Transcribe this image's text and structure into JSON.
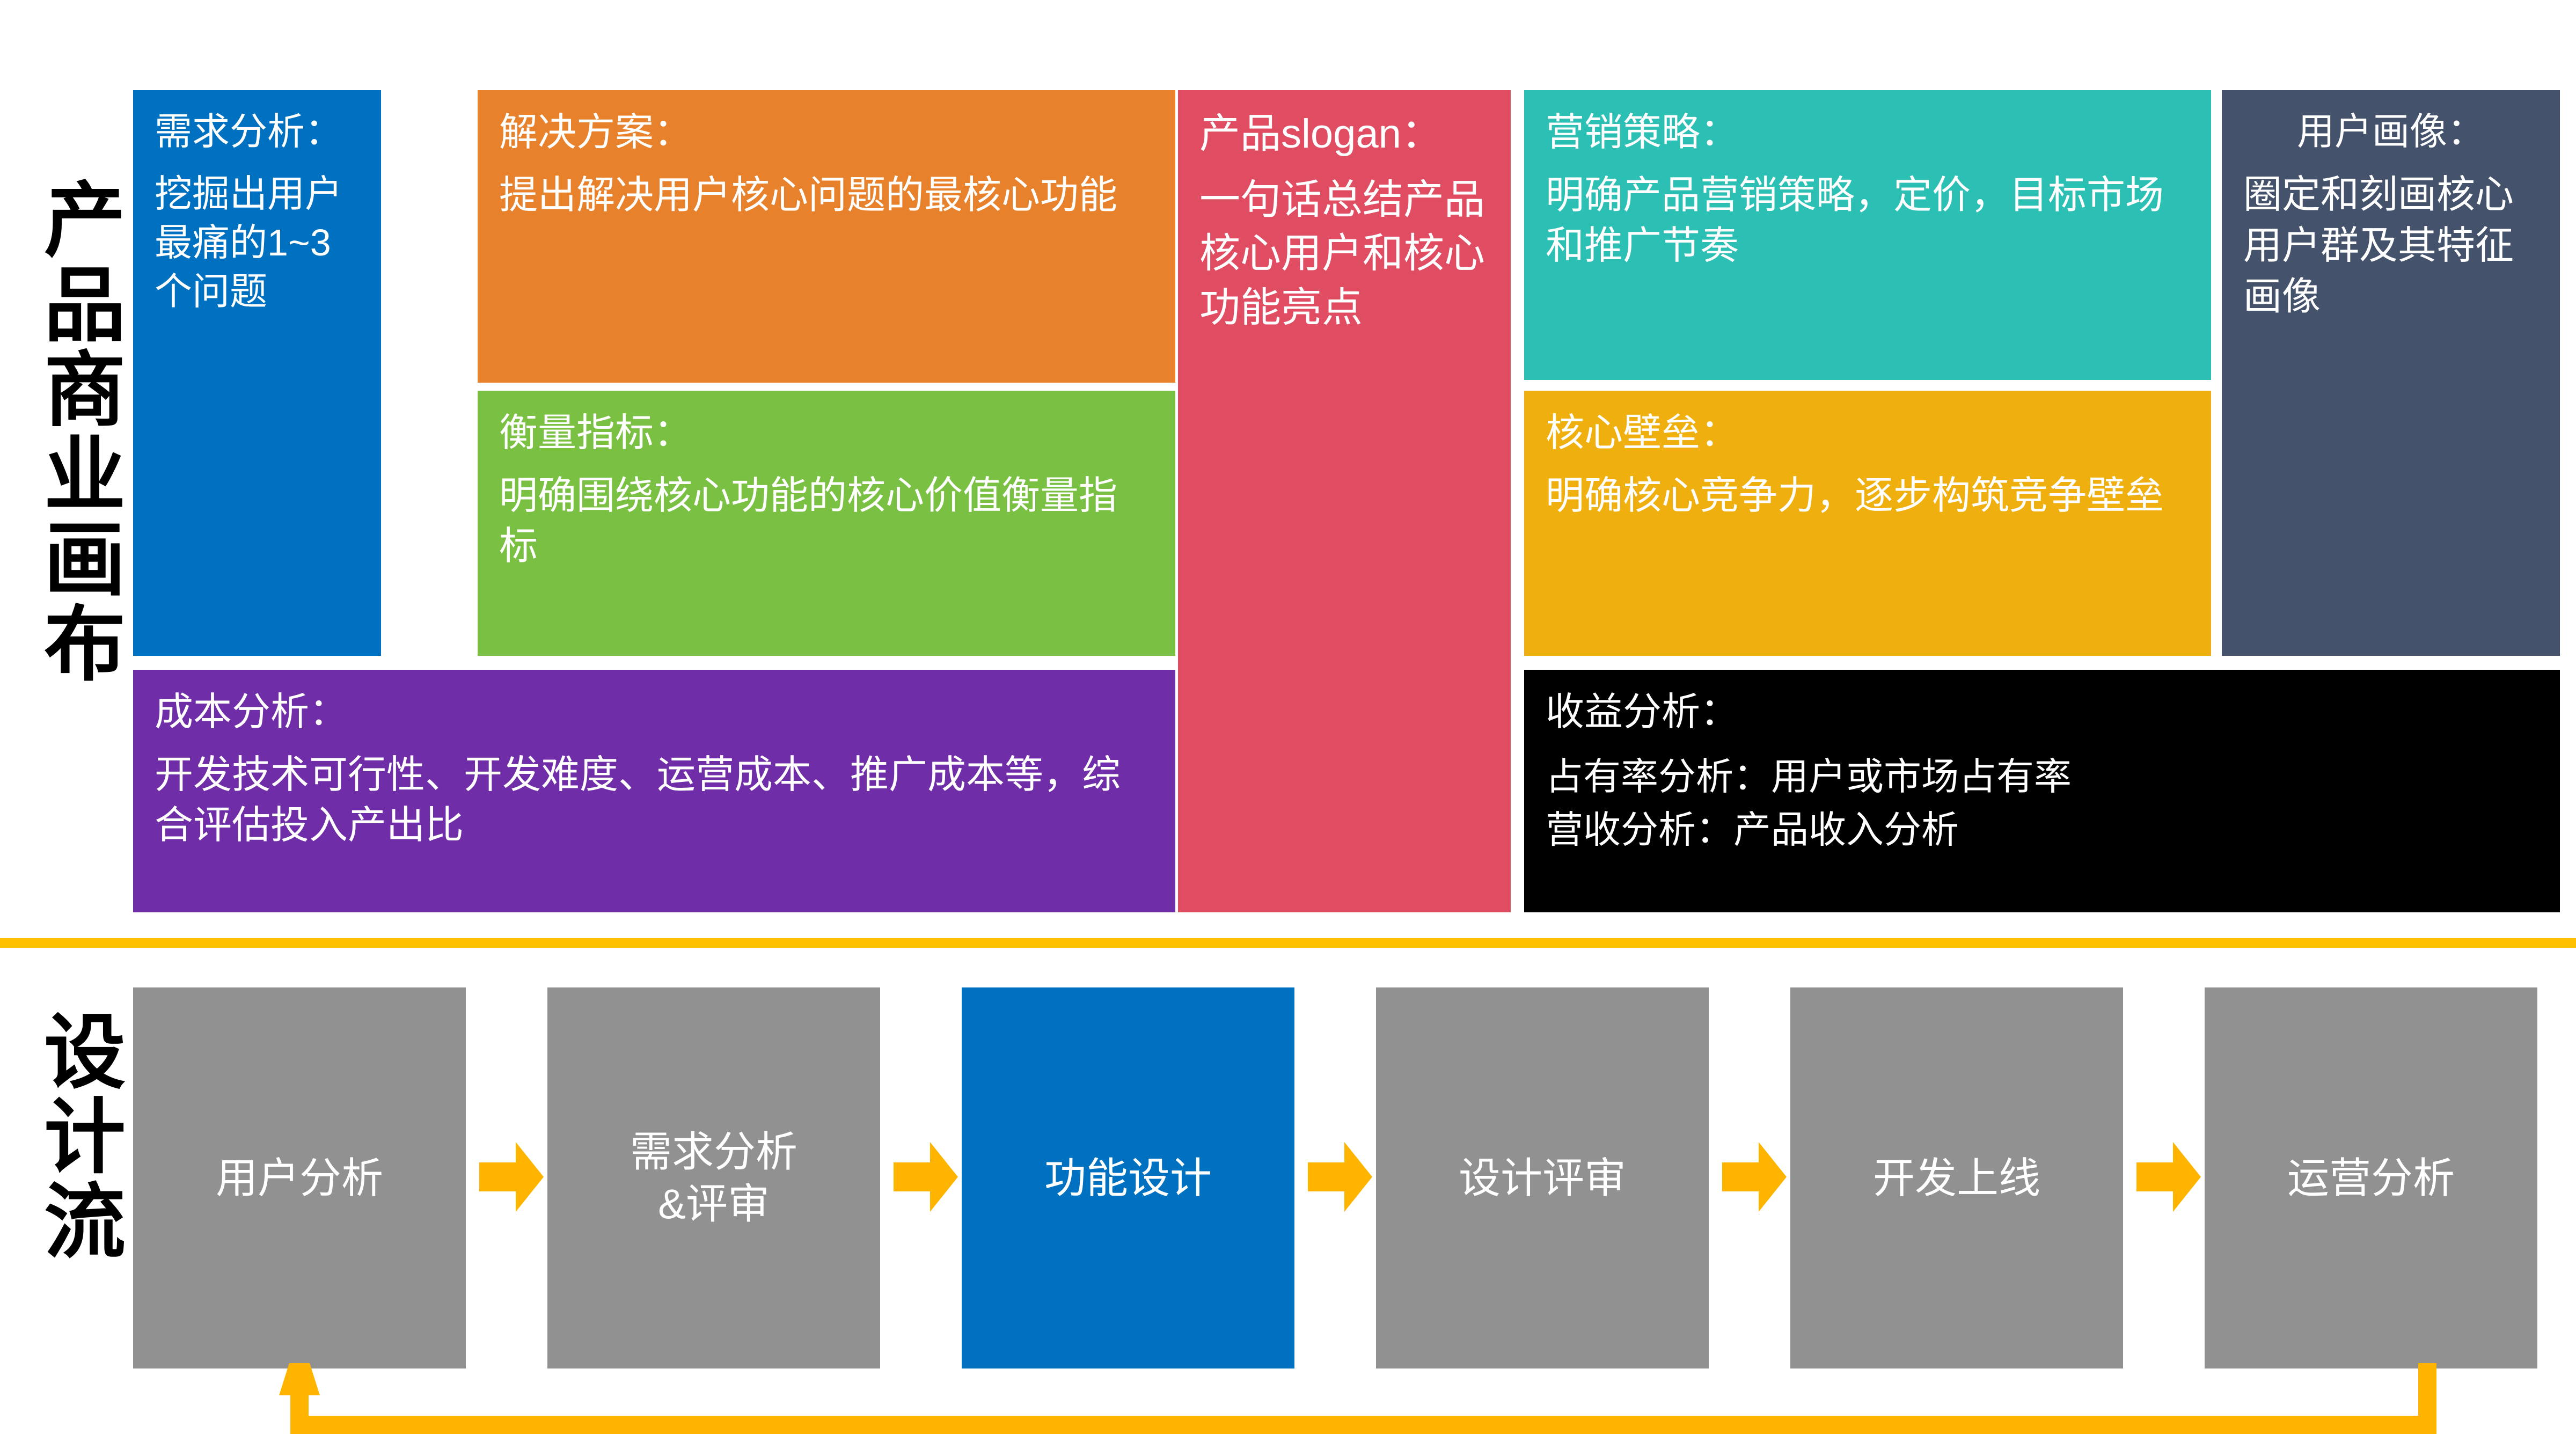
{
  "sections": {
    "canvas_label": "产品商业画布",
    "flow_label": "设计流"
  },
  "canvas_cards": [
    {
      "key": "demand",
      "title": "需求分析：",
      "body": "挖掘出用户最痛的1~3个问题",
      "color": "#0070C0"
    },
    {
      "key": "solution",
      "title": "解决方案：",
      "body": "提出解决用户核心问题的最核心功能",
      "color": "#E8812B"
    },
    {
      "key": "metric",
      "title": "衡量指标：",
      "body": "明确围绕核心功能的核心价值衡量指标",
      "color": "#7AC043"
    },
    {
      "key": "cost",
      "title": "成本分析：",
      "body": "开发技术可行性、开发难度、运营成本、推广成本等，综合评估投入产出比",
      "color": "#6F2DA8"
    },
    {
      "key": "slogan",
      "title": "产品slogan：",
      "body": "一句话总结产品核心用户和核心功能亮点",
      "color": "#E04D62"
    },
    {
      "key": "market",
      "title": "营销策略：",
      "body": "明确产品营销策略，定价，目标市场和推广节奏",
      "color": "#2CBFB3"
    },
    {
      "key": "moat",
      "title": "核心壁垒：",
      "body": "明确核心竞争力，逐步构筑竞争壁垒",
      "color": "#EFB00F"
    },
    {
      "key": "revenue",
      "title": "收益分析：",
      "body": "占有率分析：用户或市场占有率\n营收分析：产品收入分析",
      "color": "#000000"
    },
    {
      "key": "persona",
      "title": "用户画像：",
      "body": "圈定和刻画核心用户群及其特征画像",
      "color": "#44526B"
    }
  ],
  "flow": {
    "steps": [
      {
        "label": "用户分析",
        "active": false
      },
      {
        "label": "需求分析\n&评审",
        "active": false
      },
      {
        "label": "功能设计",
        "active": true
      },
      {
        "label": "设计评审",
        "active": false
      },
      {
        "label": "开发上线",
        "active": false
      },
      {
        "label": "运营分析",
        "active": false
      }
    ],
    "arrow_color": "#FFB400",
    "box_color": "#919191",
    "active_color": "#0070C0",
    "loop_color": "#FFB400"
  },
  "divider_color": "#FFC000"
}
